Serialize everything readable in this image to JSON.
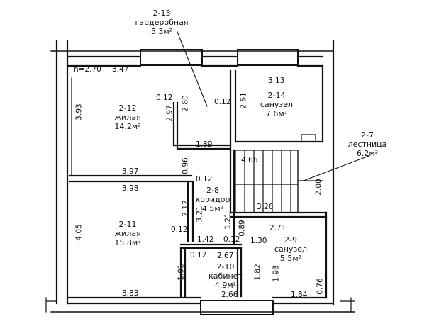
{
  "rooms": {
    "r13": {
      "code": "2-13",
      "name": "гардеробная",
      "area": "5.3м²"
    },
    "r12": {
      "code": "2-12",
      "name": "жилая",
      "area": "14.2м²"
    },
    "r14": {
      "code": "2-14",
      "name": "санузел",
      "area": "7.6м²"
    },
    "r7": {
      "code": "2-7",
      "name": "лестница",
      "area": "6.2м²"
    },
    "r8": {
      "code": "2-8",
      "name": "коридор",
      "area": "4.5м²"
    },
    "r11": {
      "code": "2-11",
      "name": "жилая",
      "area": "15.8м²"
    },
    "r9": {
      "code": "2-9",
      "name": "санузел",
      "area": "5.5м²"
    },
    "r10": {
      "code": "2-10",
      "name": "кабинет",
      "area": "4.9м²"
    }
  },
  "dims": {
    "height": "h=2.70",
    "d347": "3.47",
    "d313": "3.13",
    "d393": "3.93",
    "d012a": "0.12",
    "d297": "2.97",
    "d280": "2.80",
    "d012b": "0.12",
    "d261": "2.61",
    "d189": "1.89",
    "d466": "4.66",
    "d397": "3.97",
    "d096": "0.96",
    "d012c": "0.12",
    "d398": "3.98",
    "d200": "2.00",
    "d326": "3.26",
    "d212": "2.12",
    "d321": "3.21",
    "d405": "4.05",
    "d012d": "0.12",
    "d121": "1.21",
    "d271": "2.71",
    "d142": "1.42",
    "d012e": "0.12",
    "d089": "0.89",
    "d130": "1.30",
    "d012f": "0.12",
    "d267": "2.67",
    "d191": "1.91",
    "d182": "1.82",
    "d193": "1.93",
    "d076": "0.76",
    "d383": "3.83",
    "d266": "2.66",
    "d184": "1.84"
  }
}
